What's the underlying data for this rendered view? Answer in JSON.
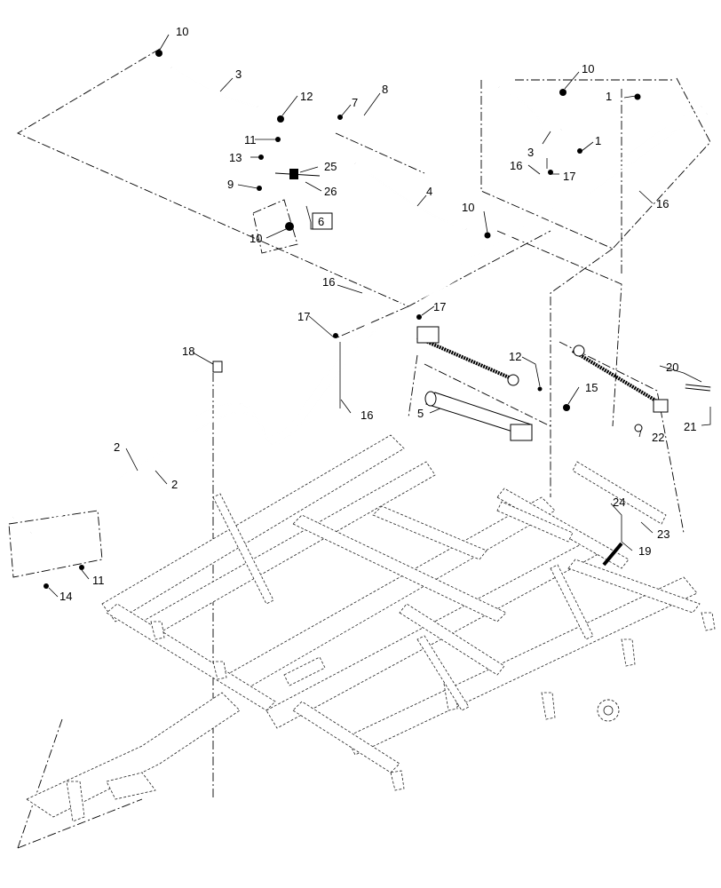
{
  "diagram": {
    "callouts": [
      {
        "id": "c10a",
        "text": "10"
      },
      {
        "id": "c3a",
        "text": "3"
      },
      {
        "id": "c12a",
        "text": "12"
      },
      {
        "id": "c7",
        "text": "7"
      },
      {
        "id": "c8",
        "text": "8"
      },
      {
        "id": "c11a",
        "text": "11"
      },
      {
        "id": "c13",
        "text": "13"
      },
      {
        "id": "c25",
        "text": "25"
      },
      {
        "id": "c9",
        "text": "9"
      },
      {
        "id": "c26",
        "text": "26"
      },
      {
        "id": "c6",
        "text": "6"
      },
      {
        "id": "c10b",
        "text": "10"
      },
      {
        "id": "c4",
        "text": "4"
      },
      {
        "id": "c10c",
        "text": "10"
      },
      {
        "id": "c10d",
        "text": "10"
      },
      {
        "id": "c1a",
        "text": "1"
      },
      {
        "id": "c3b",
        "text": "3"
      },
      {
        "id": "c1b",
        "text": "1"
      },
      {
        "id": "c16a",
        "text": "16"
      },
      {
        "id": "c17a",
        "text": "17"
      },
      {
        "id": "c16b",
        "text": "16"
      },
      {
        "id": "c16c",
        "text": "16"
      },
      {
        "id": "c17b",
        "text": "17"
      },
      {
        "id": "c17c",
        "text": "17"
      },
      {
        "id": "c18",
        "text": "18"
      },
      {
        "id": "c12b",
        "text": "12"
      },
      {
        "id": "c15",
        "text": "15"
      },
      {
        "id": "c20",
        "text": "20"
      },
      {
        "id": "c5",
        "text": "5"
      },
      {
        "id": "c16d",
        "text": "16"
      },
      {
        "id": "c22",
        "text": "22"
      },
      {
        "id": "c21",
        "text": "21"
      },
      {
        "id": "c2a",
        "text": "2"
      },
      {
        "id": "c2b",
        "text": "2"
      },
      {
        "id": "c24",
        "text": "24"
      },
      {
        "id": "c23",
        "text": "23"
      },
      {
        "id": "c19",
        "text": "19"
      },
      {
        "id": "c11b",
        "text": "11"
      },
      {
        "id": "c14",
        "text": "14"
      }
    ]
  }
}
